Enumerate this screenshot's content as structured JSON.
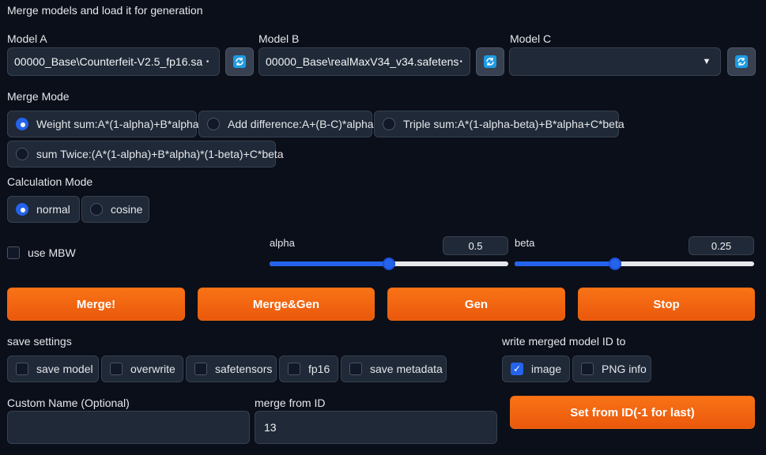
{
  "header": {
    "title": "Merge models and load it for generation"
  },
  "models": {
    "a": {
      "label": "Model A",
      "value": "00000_Base\\Counterfeit-V2.5_fp16.sa"
    },
    "b": {
      "label": "Model B",
      "value": "00000_Base\\realMaxV34_v34.safetens"
    },
    "c": {
      "label": "Model C",
      "value": ""
    }
  },
  "merge_mode": {
    "label": "Merge Mode",
    "options": [
      "Weight sum:A*(1-alpha)+B*alpha",
      "Add difference:A+(B-C)*alpha",
      "Triple sum:A*(1-alpha-beta)+B*alpha+C*beta",
      "sum Twice:(A*(1-alpha)+B*alpha)*(1-beta)+C*beta"
    ],
    "selected": 0
  },
  "calc_mode": {
    "label": "Calculation Mode",
    "options": [
      "normal",
      "cosine"
    ],
    "selected": 0
  },
  "mbw": {
    "label": "use MBW",
    "checked": false
  },
  "alpha": {
    "label": "alpha",
    "value": "0.5",
    "fraction": 0.5
  },
  "beta": {
    "label": "beta",
    "value": "0.25",
    "fraction": 0.42
  },
  "buttons": {
    "merge": "Merge!",
    "merge_gen": "Merge&Gen",
    "gen": "Gen",
    "stop": "Stop"
  },
  "save_settings": {
    "label": "save settings",
    "items": [
      "save model",
      "overwrite",
      "safetensors",
      "fp16",
      "save metadata"
    ]
  },
  "write_id": {
    "label": "write merged model ID to",
    "items": [
      "image",
      "PNG info"
    ],
    "checked": [
      true,
      false
    ]
  },
  "custom_name": {
    "label": "Custom Name (Optional)",
    "value": ""
  },
  "merge_from": {
    "label": "merge from ID",
    "value": "13"
  },
  "set_from_id": {
    "label": "Set from ID(-1 for last)"
  },
  "colors": {
    "accent": "#f97316",
    "primary": "#2563eb",
    "background": "#0b0f19"
  }
}
